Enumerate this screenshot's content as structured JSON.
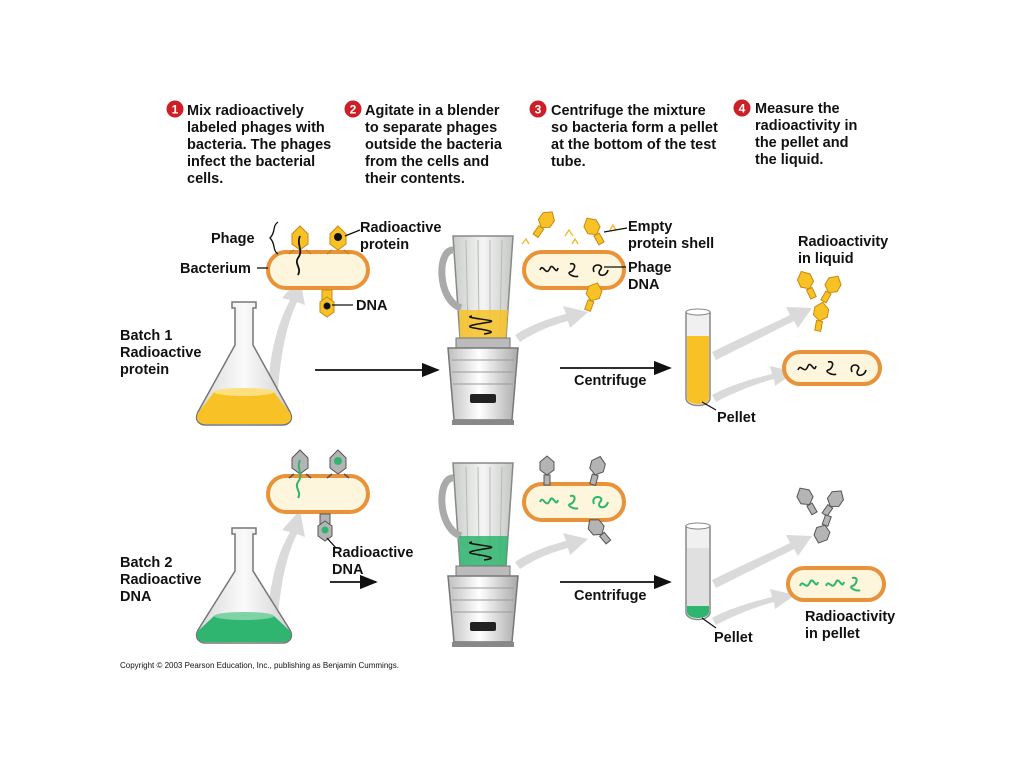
{
  "steps": [
    {
      "num": "1",
      "lines": [
        "Mix radioactively",
        "labeled phages with",
        "bacteria. The phages",
        "infect the bacterial",
        "cells."
      ]
    },
    {
      "num": "2",
      "lines": [
        "Agitate in a blender",
        "to separate phages",
        "outside the bacteria",
        "from the cells and",
        "their contents."
      ]
    },
    {
      "num": "3",
      "lines": [
        "Centrifuge the mixture",
        "so bacteria form a pellet",
        "at the bottom of the test",
        "tube."
      ]
    },
    {
      "num": "4",
      "lines": [
        "Measure the",
        "radioactivity in",
        "the pellet and",
        "the liquid."
      ]
    }
  ],
  "labels": {
    "phage": "Phage",
    "radioactive_protein": [
      "Radioactive",
      "protein"
    ],
    "bacterium": "Bacterium",
    "dna": "DNA",
    "empty_shell": [
      "Empty",
      "protein shell"
    ],
    "phage_dna": [
      "Phage",
      "DNA"
    ],
    "radioactivity_liquid": [
      "Radioactivity",
      "in liquid"
    ],
    "batch1": [
      "Batch 1",
      "Radioactive",
      "protein"
    ],
    "centrifuge1": "Centrifuge",
    "pellet1": "Pellet",
    "radioactive_dna": [
      "Radioactive",
      "DNA"
    ],
    "batch2": [
      "Batch 2",
      "Radioactive",
      "DNA"
    ],
    "centrifuge2": "Centrifuge",
    "pellet2": "Pellet",
    "radioactivity_pellet": [
      "Radioactivity",
      "in pellet"
    ]
  },
  "copyright": "Copyright © 2003 Pearson Education, Inc., publishing as Benjamin Cummings.",
  "colors": {
    "step_circle": "#cc1f27",
    "cell_fill": "#fdf5dc",
    "cell_border": "#e8923a",
    "yellow": "#f8c227",
    "green": "#2fb56f",
    "gray_phage": "#b4b4b4",
    "arrow_gray": "#d9d9d9"
  }
}
